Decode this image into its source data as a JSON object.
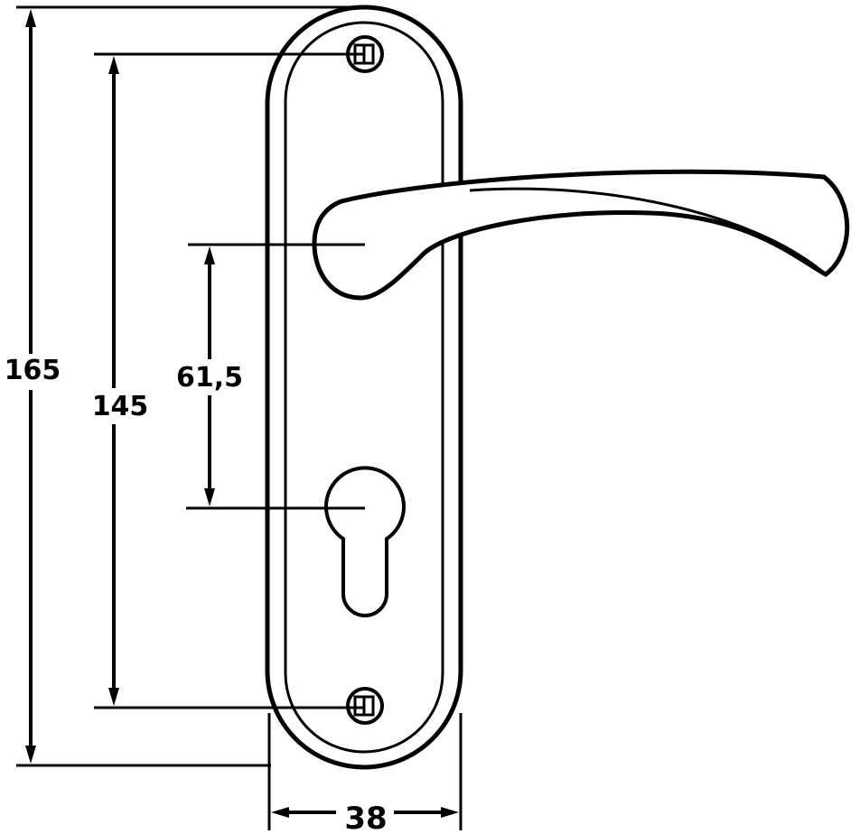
{
  "dimensions": {
    "total_height": "165",
    "screw_spacing": "145",
    "handle_to_keyhole": "61,5",
    "plate_width": "38"
  },
  "colors": {
    "line": "#000000",
    "background": "#ffffff"
  }
}
